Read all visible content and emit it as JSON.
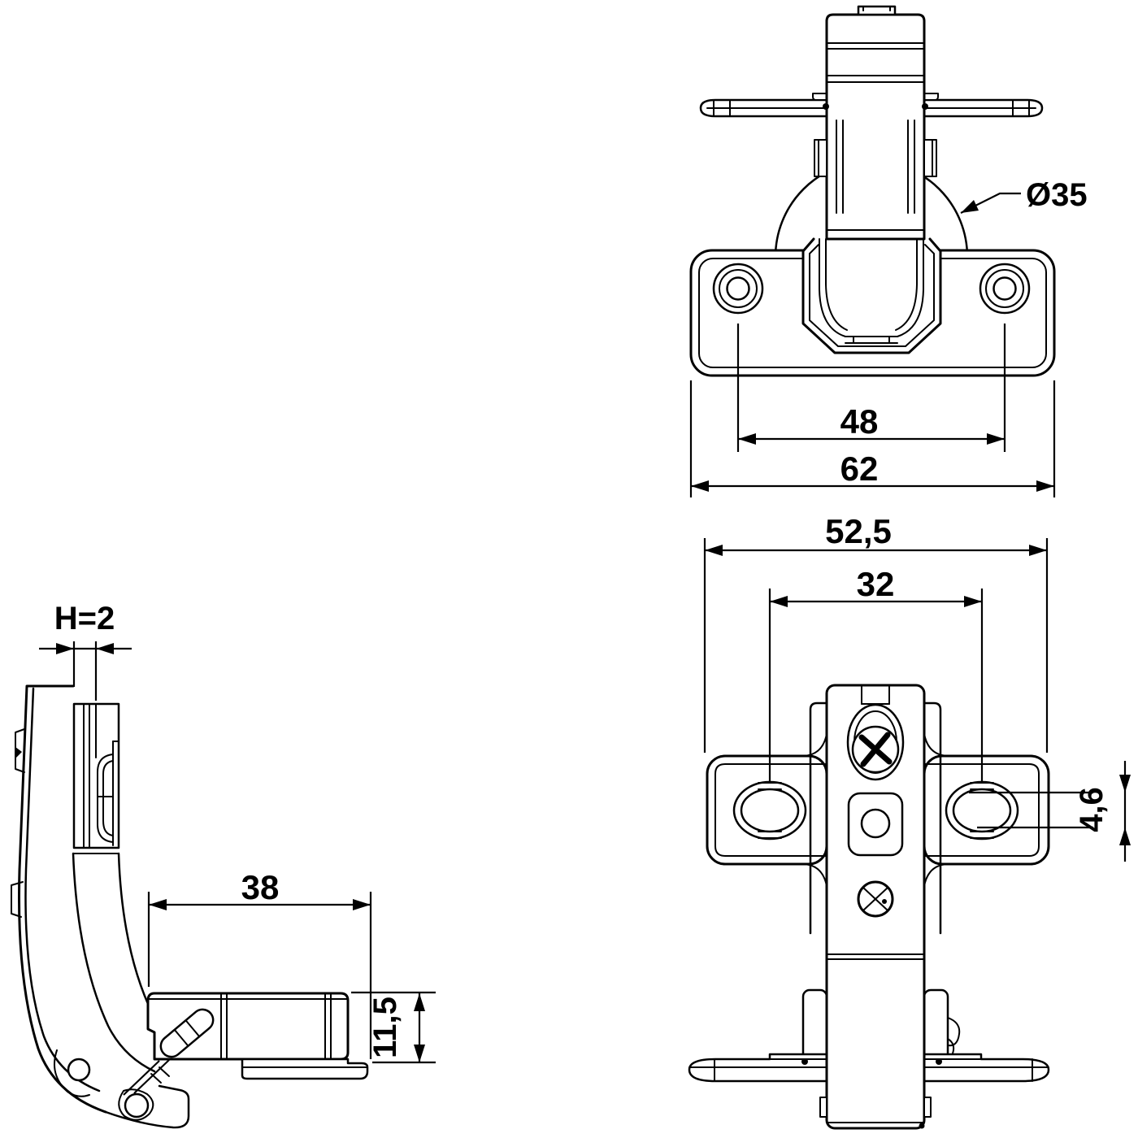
{
  "drawing": {
    "title": "Concealed cabinet hinge technical drawing",
    "background": "#ffffff",
    "line_color": "#000000"
  },
  "views": {
    "front": {
      "label": "hinge cup front view",
      "dims": {
        "cup_diameter": "Ø35",
        "hole_spacing": "48",
        "flange_width": "62"
      }
    },
    "plate": {
      "label": "mounting plate view",
      "dims": {
        "overall_width": "52,5",
        "hole_spacing": "32",
        "slot_width": "4,6"
      }
    },
    "side": {
      "label": "hinge side view open",
      "dims": {
        "spacer_height": "H=2",
        "arm_length": "38",
        "arm_height": "11,5"
      }
    }
  }
}
